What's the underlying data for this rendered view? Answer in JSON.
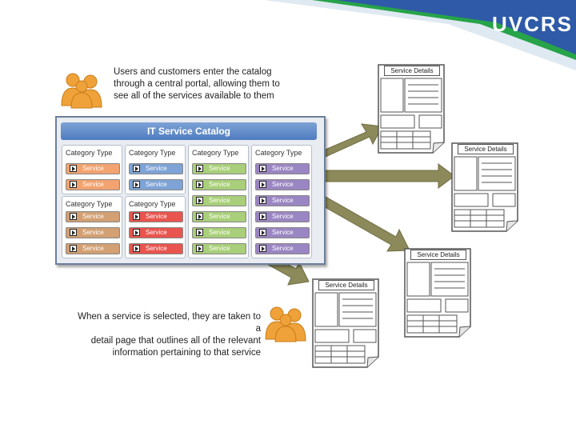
{
  "brand": {
    "logo_text": "UVCRS"
  },
  "captions": {
    "top": [
      "Users and customers enter the catalog",
      "through a central portal, allowing them to",
      "see all of the services available to them"
    ],
    "bottom": [
      "When a service is selected, they are taken to a",
      "detail page that outlines all of the relevant",
      "information pertaining to that service"
    ]
  },
  "catalog": {
    "title": "IT Service Catalog",
    "groups": [
      {
        "header": "Category Type",
        "color": "#f2a36f",
        "items": [
          "Service",
          "Service"
        ]
      },
      {
        "header": "Category Type",
        "color": "#7ea3d6",
        "items": [
          "Service",
          "Service"
        ]
      },
      {
        "header": "Category Type",
        "color": "#a9cf7a",
        "items": [
          "Service",
          "Service",
          "Service"
        ]
      },
      {
        "header": "Category Type",
        "color": "#9a86c2",
        "items": [
          "Service",
          "Service",
          "Service"
        ]
      },
      {
        "header": "Category Type",
        "color": "#d2a072",
        "items": [
          "Service",
          "Service",
          "Service"
        ]
      },
      {
        "header": "Category Type",
        "color": "#e8554e",
        "items": [
          "Service",
          "Service",
          "Service"
        ]
      }
    ],
    "col3_more": [
      "Service",
      "Service",
      "Service"
    ],
    "col4_more": [
      "Service",
      "Service",
      "Service"
    ]
  },
  "detail_label": "Service Details",
  "colors": {
    "arrow": "#8c8a5a",
    "title_bar": "#4f7cc0",
    "banner_blue": "#2e5aa8",
    "banner_green": "#27a349"
  }
}
